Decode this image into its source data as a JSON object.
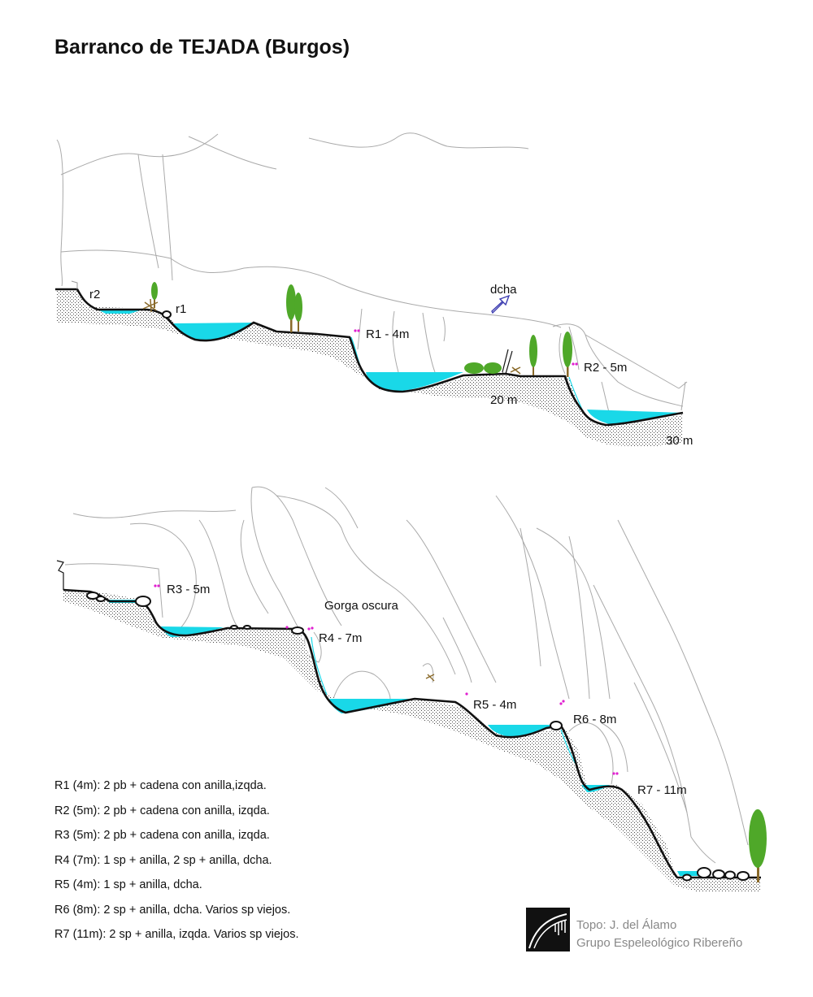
{
  "title": "Barranco de TEJADA (Burgos)",
  "colors": {
    "water": "#19d8e8",
    "tree": "#4fa829",
    "trunk": "#8a6a2a",
    "anchor": "#e020d0",
    "rock_line": "#aaaaaa",
    "ground": "#111111",
    "direction_arrow": "#3b3bb0"
  },
  "section_top": {
    "labels": {
      "r2": "r2",
      "r1": "r1",
      "dcha": "dcha",
      "R1": "R1 - 4m",
      "R2": "R2 - 5m",
      "dist20": "20 m",
      "dist30": "30 m"
    }
  },
  "section_bottom": {
    "labels": {
      "R3": "R3 - 5m",
      "gorga": "Gorga oscura",
      "R4": "R4 - 7m",
      "R5": "R5 - 4m",
      "R6": "R6 - 8m",
      "R7": "R7 - 11m"
    }
  },
  "legend": [
    "R1 (4m): 2 pb + cadena con anilla,izqda.",
    "R2 (5m): 2 pb + cadena con anilla, izqda.",
    "R3 (5m): 2 pb + cadena con anilla, izqda.",
    "R4 (7m): 1 sp + anilla, 2 sp + anilla, dcha.",
    "R5 (4m): 1 sp + anilla, dcha.",
    "R6 (8m): 2 sp + anilla, dcha. Varios sp viejos.",
    "R7 (11m): 2 sp + anilla, izqda. Varios sp viejos."
  ],
  "credits": {
    "line1": "Topo: J. del Álamo",
    "line2": "Grupo Espeleológico Ribereño"
  }
}
